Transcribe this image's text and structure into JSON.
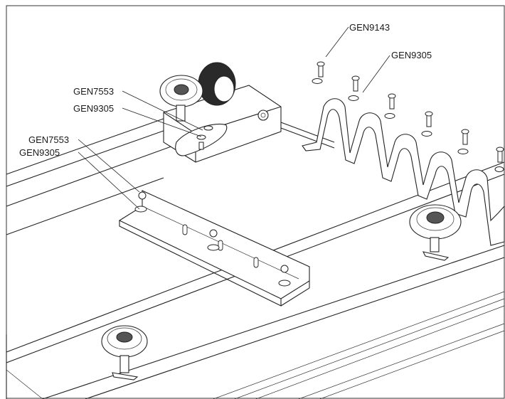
{
  "callouts": [
    {
      "id": "c1",
      "text": "GEN9143"
    },
    {
      "id": "c2",
      "text": "GEN9305"
    },
    {
      "id": "c3",
      "text": "GEN7553"
    },
    {
      "id": "c4",
      "text": "GEN9305"
    },
    {
      "id": "c5",
      "text": "GEN7553"
    },
    {
      "id": "c6",
      "text": "GEN9305"
    }
  ]
}
